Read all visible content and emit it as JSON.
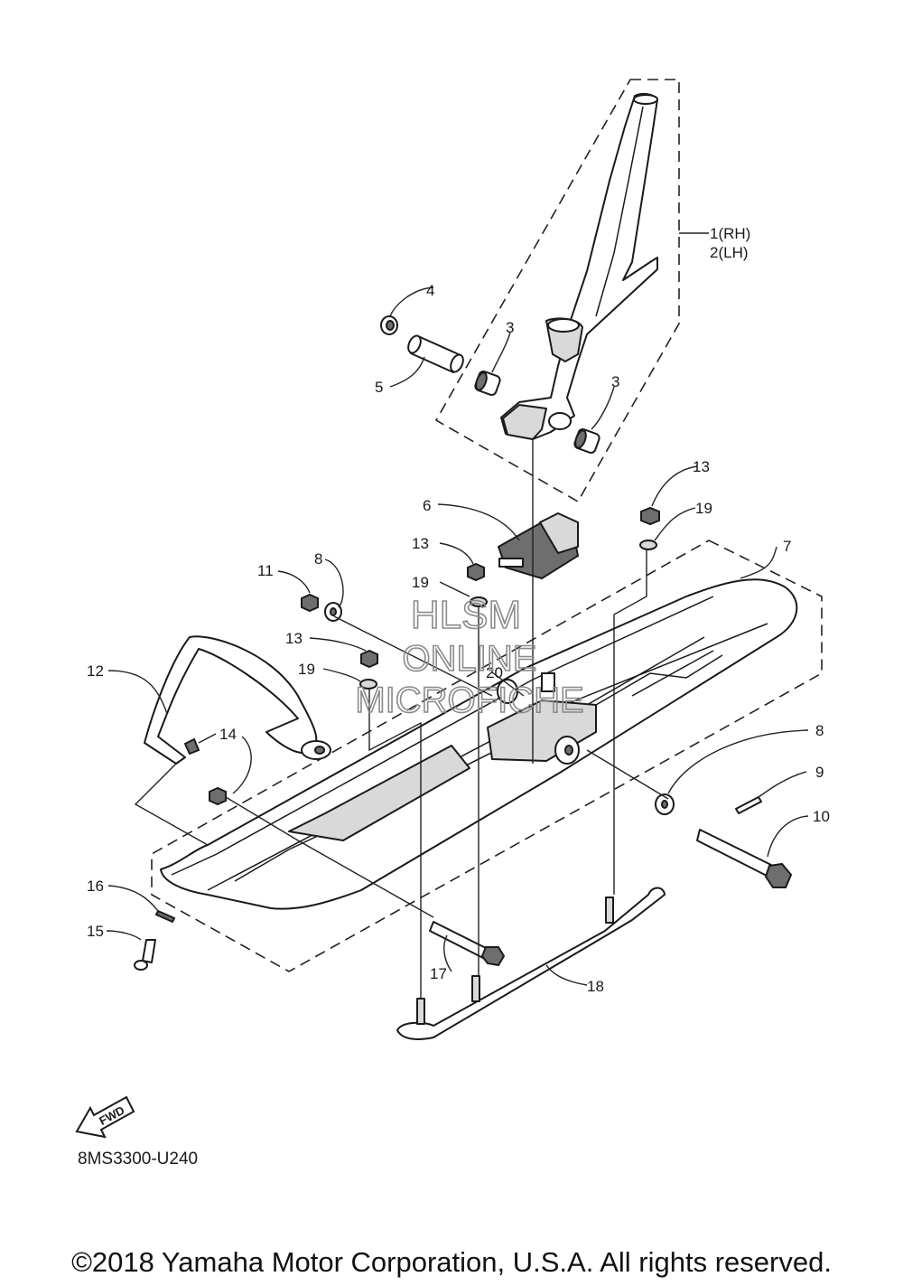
{
  "diagram": {
    "part_code": "8MS3300-U240",
    "copyright": "©2018 Yamaha Motor Corporation, U.S.A. All rights reserved.",
    "fwd_label": "FWD",
    "watermark": {
      "line1": "HLSM",
      "line2": "ONLINE",
      "line3": "MICROFICHE"
    },
    "callouts": [
      {
        "id": "c1",
        "text": "1(RH)"
      },
      {
        "id": "c2",
        "text": "2(LH)"
      },
      {
        "id": "c3a",
        "text": "3"
      },
      {
        "id": "c3b",
        "text": "3"
      },
      {
        "id": "c4",
        "text": "4"
      },
      {
        "id": "c5",
        "text": "5"
      },
      {
        "id": "c6",
        "text": "6"
      },
      {
        "id": "c7",
        "text": "7"
      },
      {
        "id": "c8a",
        "text": "8"
      },
      {
        "id": "c8b",
        "text": "8"
      },
      {
        "id": "c9",
        "text": "9"
      },
      {
        "id": "c10",
        "text": "10"
      },
      {
        "id": "c11",
        "text": "11"
      },
      {
        "id": "c12",
        "text": "12"
      },
      {
        "id": "c13a",
        "text": "13"
      },
      {
        "id": "c13b",
        "text": "13"
      },
      {
        "id": "c13c",
        "text": "13"
      },
      {
        "id": "c14",
        "text": "14"
      },
      {
        "id": "c15",
        "text": "15"
      },
      {
        "id": "c16",
        "text": "16"
      },
      {
        "id": "c17",
        "text": "17"
      },
      {
        "id": "c18",
        "text": "18"
      },
      {
        "id": "c19a",
        "text": "19"
      },
      {
        "id": "c19b",
        "text": "19"
      },
      {
        "id": "c19c",
        "text": "19"
      },
      {
        "id": "c20",
        "text": "20"
      }
    ]
  }
}
